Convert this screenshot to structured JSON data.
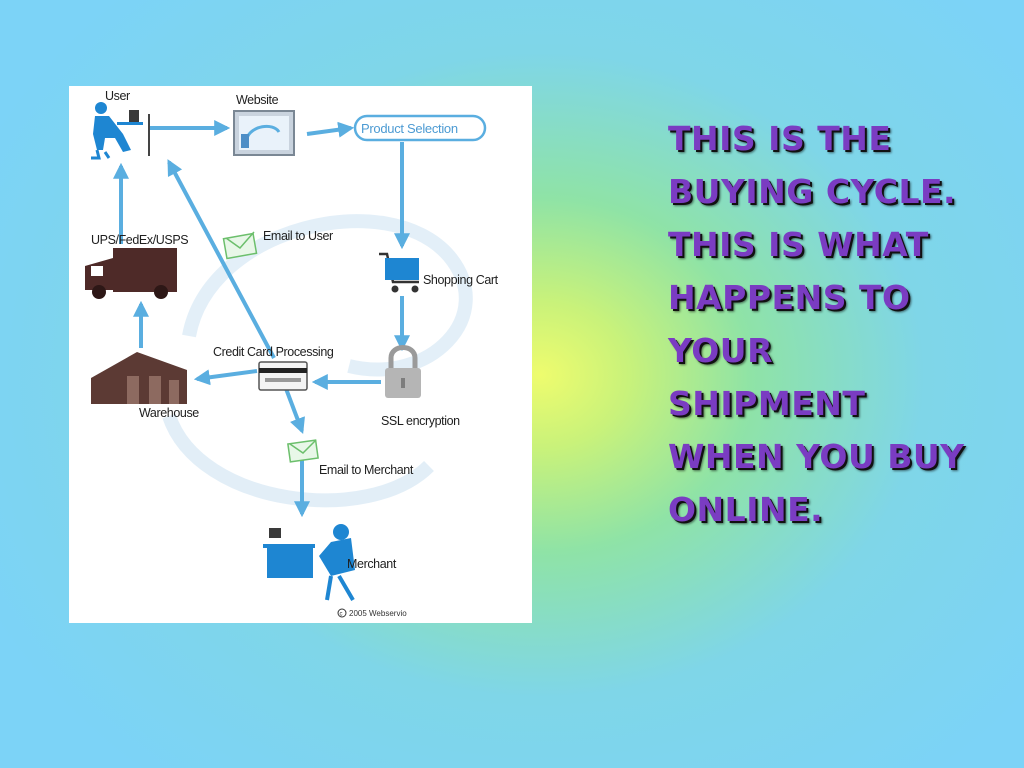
{
  "diagram": {
    "nodes": {
      "user": "User",
      "website": "Website",
      "product_selection": "Product Selection",
      "shopping_cart": "Shopping Cart",
      "ssl_encryption": "SSL encryption",
      "credit_card_processing": "Credit Card Processing",
      "warehouse": "Warehouse",
      "shipping": "UPS/FedEx/USPS",
      "email_to_user": "Email to User",
      "email_to_merchant": "Email to Merchant",
      "merchant": "Merchant"
    },
    "copyright": "2005 Webservio",
    "edges": [
      {
        "from": "user",
        "to": "website"
      },
      {
        "from": "website",
        "to": "product_selection"
      },
      {
        "from": "product_selection",
        "to": "shopping_cart"
      },
      {
        "from": "shopping_cart",
        "to": "ssl_encryption"
      },
      {
        "from": "ssl_encryption",
        "to": "credit_card_processing"
      },
      {
        "from": "credit_card_processing",
        "to": "warehouse"
      },
      {
        "from": "warehouse",
        "to": "shipping"
      },
      {
        "from": "shipping",
        "to": "user"
      },
      {
        "from": "credit_card_processing",
        "to": "user",
        "via": "email_to_user"
      },
      {
        "from": "credit_card_processing",
        "to": "email_to_merchant"
      },
      {
        "from": "email_to_merchant",
        "to": "merchant"
      }
    ],
    "colors": {
      "arrow": "#5aaee0",
      "figure": "#1e86d2",
      "truck": "#4e2a28",
      "pill_border": "#5aaee0"
    }
  },
  "headline": "This is the buying cycle. This is what happens to your shipment when you buy online."
}
